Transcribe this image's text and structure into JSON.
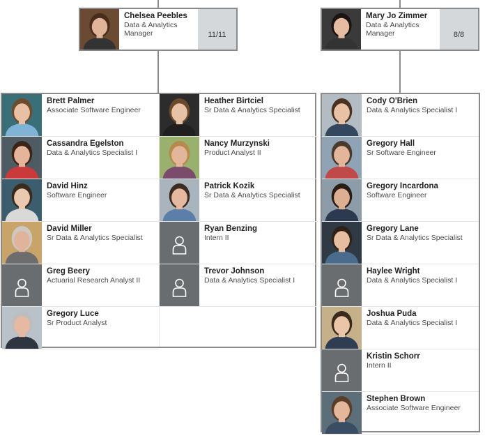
{
  "managers": [
    {
      "name": "Chelsea Peebles",
      "title": "Data & Analytics Manager",
      "count": "11/11",
      "photo": {
        "bg": "#6b4a33",
        "skin": "#e0b49a",
        "hair": "#4a2c1a"
      },
      "reports_columns": [
        [
          {
            "name": "Brett Palmer",
            "title": "Associate Software Engineer",
            "photo": {
              "bg": "#3a6f78",
              "skin": "#e8c0a4",
              "hair": "#6e4a2e",
              "shirt": "#7fb4d6"
            }
          },
          {
            "name": "Cassandra Egelston",
            "title": "Data & Analytics Specialist I",
            "photo": {
              "bg": "#4f5b63",
              "skin": "#e4b59a",
              "hair": "#3a2418",
              "shirt": "#c93a3a"
            }
          },
          {
            "name": "David Hinz",
            "title": "Software Engineer",
            "photo": {
              "bg": "#3b5d6e",
              "skin": "#ebc9b0",
              "hair": "#3b2a1e",
              "shirt": "#d9d9d9"
            }
          },
          {
            "name": "David Miller",
            "title": "Sr Data & Analytics Specialist",
            "photo": {
              "bg": "#c8a46a",
              "skin": "#e1b39a",
              "hair": "#cdc8c0",
              "shirt": "#6d6d6d"
            }
          },
          {
            "name": "Greg Beery",
            "title": "Actuarial Research Analyst II",
            "photo": null
          },
          {
            "name": "Gregory Luce",
            "title": "Sr Product Analyst",
            "photo": {
              "bg": "#b9c2c8",
              "skin": "#e6b9a2",
              "hair": "#bdbdbd",
              "shirt": "#2e3440"
            }
          }
        ],
        [
          {
            "name": "Heather Birtciel",
            "title": "Sr Data & Analytics Specialist",
            "photo": {
              "bg": "#2c2c2c",
              "skin": "#e7c2a6",
              "hair": "#6b4a2b",
              "shirt": "#1f1f1f"
            }
          },
          {
            "name": "Nancy Murzynski",
            "title": "Product Analyst II",
            "photo": {
              "bg": "#9ab06e",
              "skin": "#e3b59b",
              "hair": "#b58a4a",
              "shirt": "#7a4b6a"
            }
          },
          {
            "name": "Patrick Kozik",
            "title": "Sr Data & Analytics Specialist",
            "photo": {
              "bg": "#aab4bc",
              "skin": "#e5b8a0",
              "hair": "#3d2c22",
              "shirt": "#5b7fa8"
            }
          },
          {
            "name": "Ryan Benzing",
            "title": "Intern II",
            "photo": null
          },
          {
            "name": "Trevor Johnson",
            "title": "Data & Analytics Specialist I",
            "photo": null
          }
        ]
      ]
    },
    {
      "name": "Mary Jo Zimmer",
      "title": "Data & Analytics Manager",
      "count": "8/8",
      "photo": {
        "bg": "#3a3a3a",
        "skin": "#e6bda3",
        "hair": "#1c1410"
      },
      "reports_columns": [
        [
          {
            "name": "Cody O'Brien",
            "title": "Data & Analytics Specialist I",
            "photo": {
              "bg": "#b4bcc3",
              "skin": "#e9c1a5",
              "hair": "#4a3222",
              "shirt": "#33485e"
            }
          },
          {
            "name": "Gregory Hall",
            "title": "Sr Software Engineer",
            "photo": {
              "bg": "#8fa3b4",
              "skin": "#e3b69c",
              "hair": "#4a3a2e",
              "shirt": "#c04a4a"
            }
          },
          {
            "name": "Gregory Incardona",
            "title": "Software Engineer",
            "photo": {
              "bg": "#8c9da9",
              "skin": "#dcae92",
              "hair": "#2a1d16",
              "shirt": "#2b3a4f"
            }
          },
          {
            "name": "Gregory Lane",
            "title": "Sr Data & Analytics Specialist",
            "photo": {
              "bg": "#2f3a44",
              "skin": "#e7bda2",
              "hair": "#2e2219",
              "shirt": "#4a6b8c"
            }
          },
          {
            "name": "Haylee Wright",
            "title": "Data & Analytics Specialist I",
            "photo": null
          },
          {
            "name": "Joshua Puda",
            "title": "Data & Analytics Specialist I",
            "photo": {
              "bg": "#c6b08a",
              "skin": "#eac5a8",
              "hair": "#3a2a1e",
              "shirt": "#2e3d52"
            }
          },
          {
            "name": "Kristin Schorr",
            "title": "Intern II",
            "photo": null
          },
          {
            "name": "Stephen Brown",
            "title": "Associate Software Engineer",
            "photo": {
              "bg": "#5b6e7a",
              "skin": "#e4b79d",
              "hair": "#5a3e28",
              "shirt": "#3a4d63"
            }
          }
        ]
      ]
    }
  ],
  "colors": {
    "placeholder_bg": "#6a6d70",
    "placeholder_icon": "#ffffff",
    "count_bg": "#d5d8db",
    "border": "#8a8a8a"
  },
  "icons": {
    "placeholder": "person-icon"
  }
}
